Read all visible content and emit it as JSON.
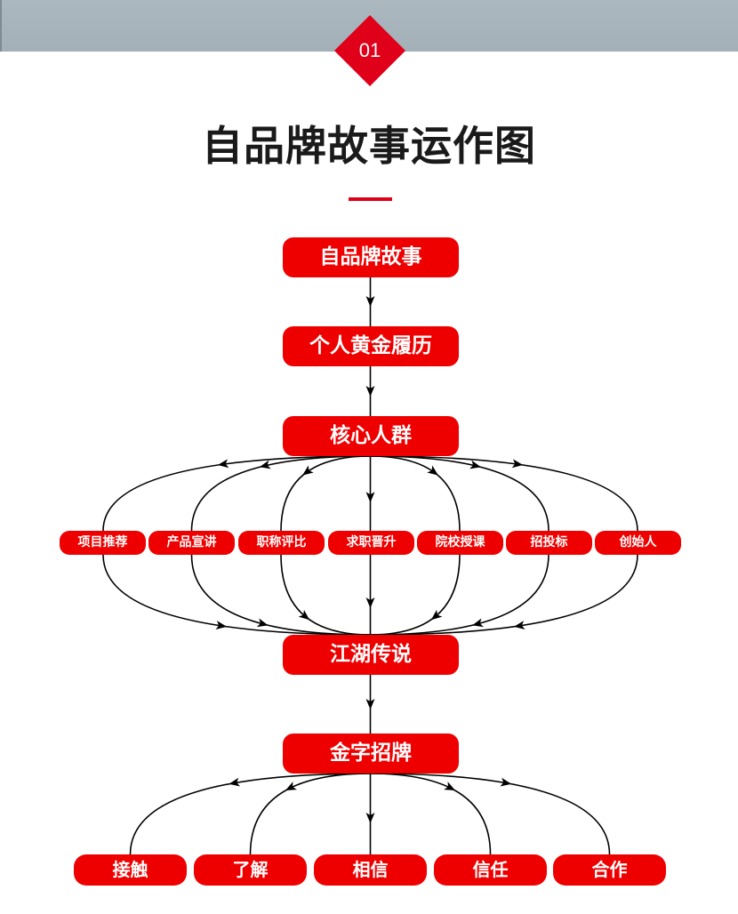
{
  "header": {
    "number": "01",
    "title": "自品牌故事运作图"
  },
  "colors": {
    "accent": "#e0001a",
    "node": "#ee0000",
    "band": "#a6b3bb"
  },
  "flow": {
    "step1": "自品牌故事",
    "step2": "个人黄金履历",
    "step3": "核心人群",
    "channels": [
      "项目推荐",
      "产品宣讲",
      "职称评比",
      "求职晋升",
      "院校授课",
      "招投标",
      "创始人"
    ],
    "step4": "江湖传说",
    "step5": "金字招牌",
    "outcomes": [
      "接触",
      "了解",
      "相信",
      "信任",
      "合作"
    ]
  }
}
